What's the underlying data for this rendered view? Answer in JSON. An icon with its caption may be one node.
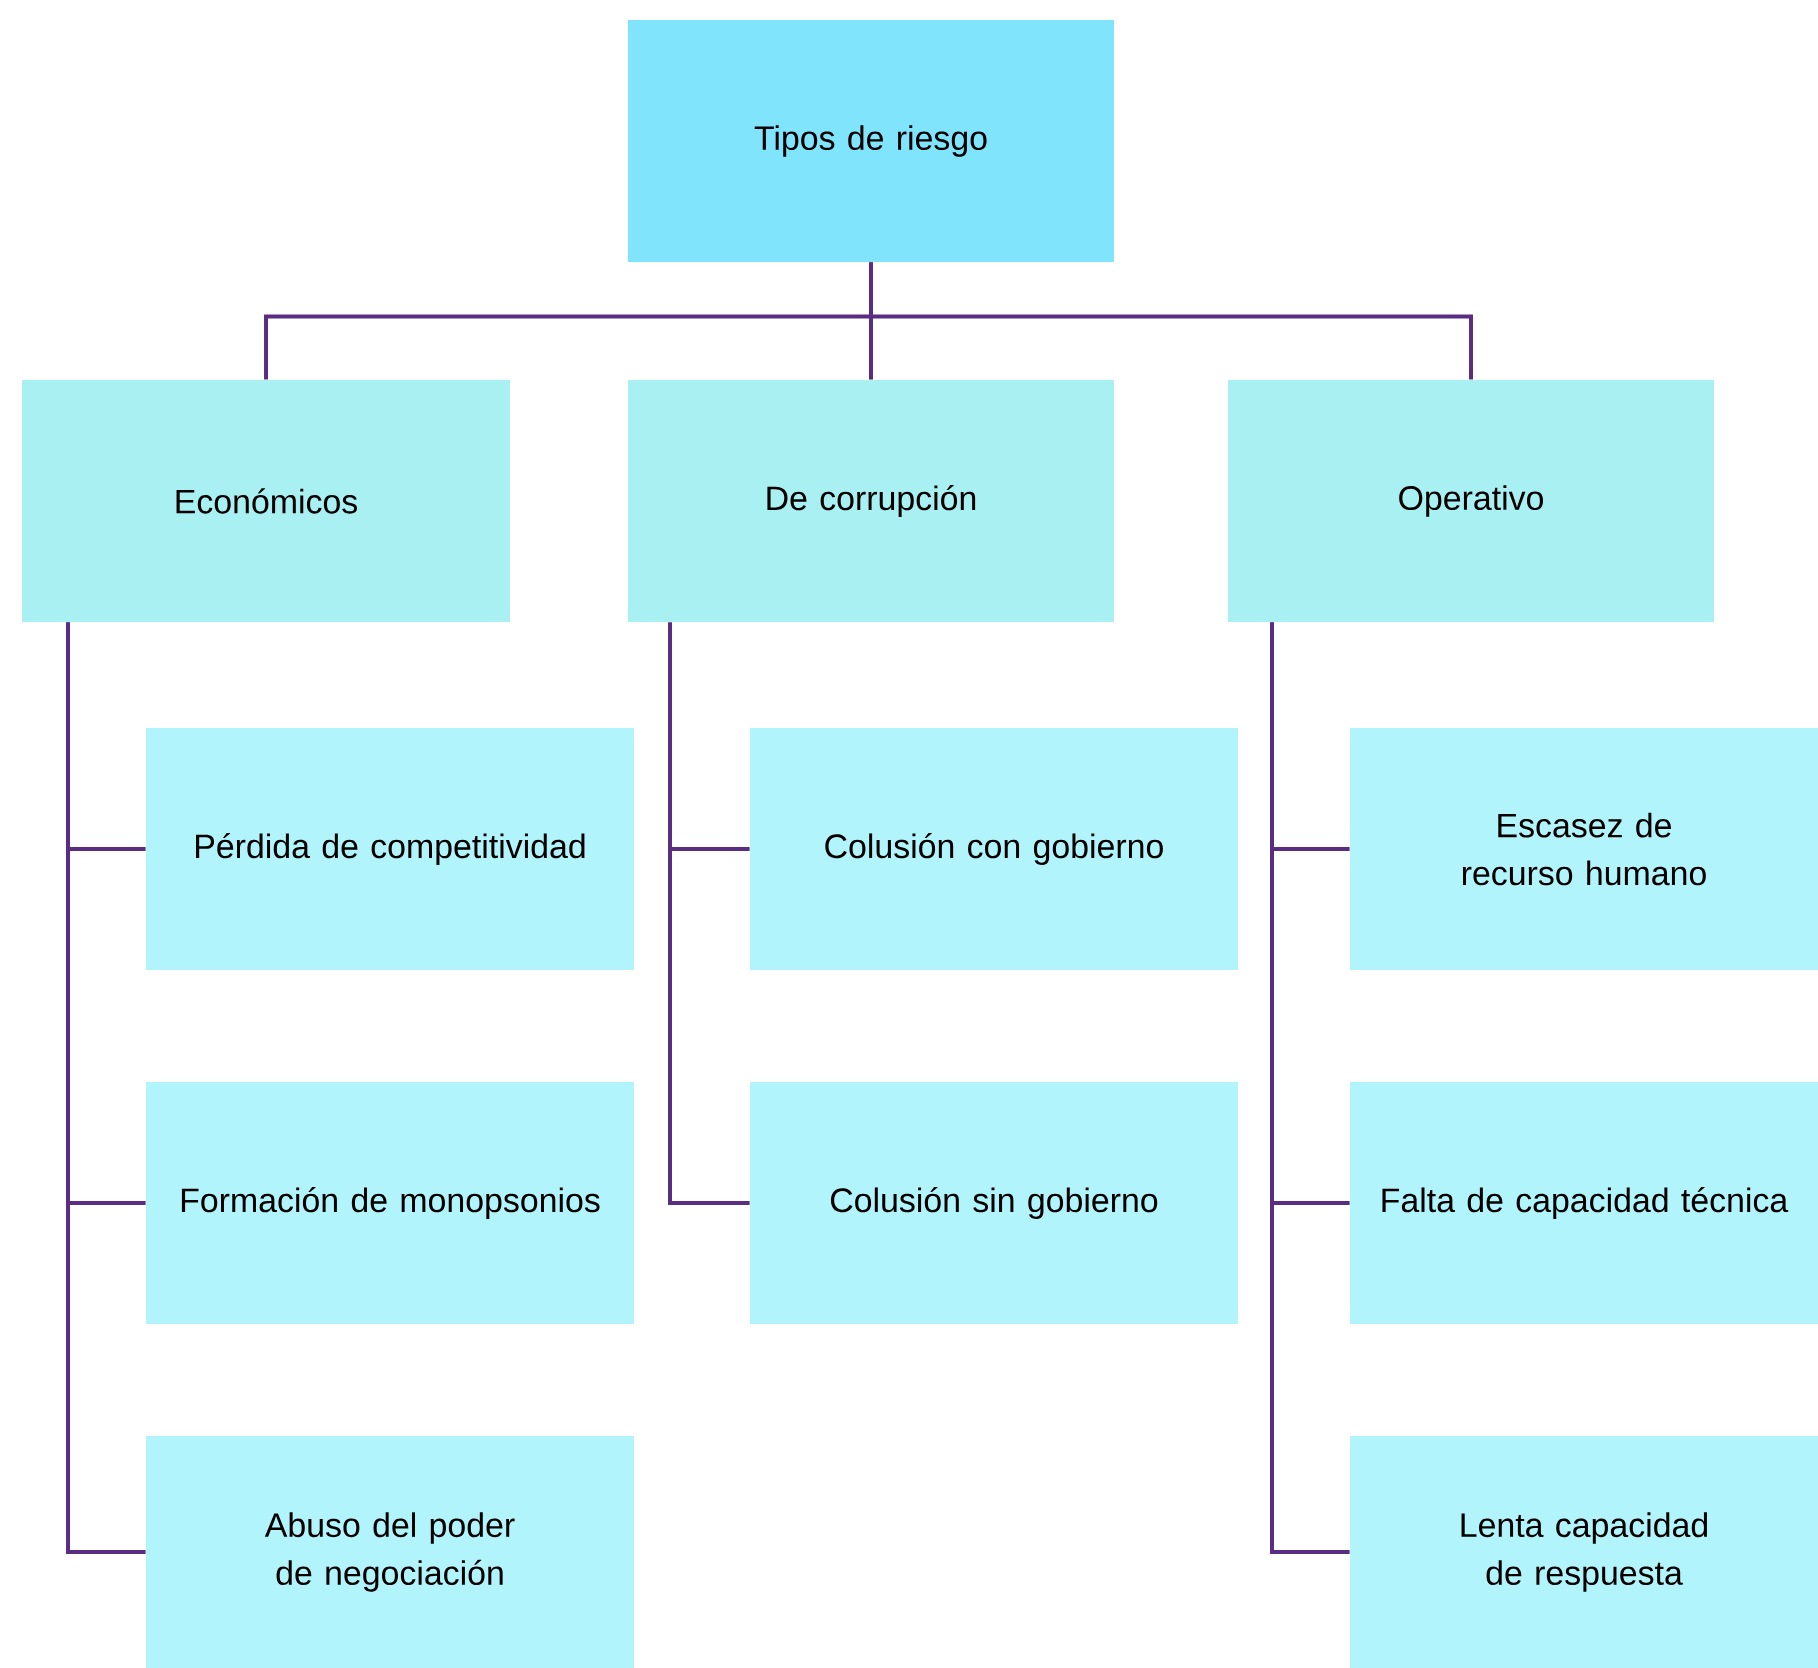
{
  "diagram": {
    "nodes": [
      {
        "text": [
          "Tipos de riesgo"
        ]
      },
      {
        "text": [
          "Económicos"
        ]
      },
      {
        "text": [
          "De corrupción"
        ]
      },
      {
        "text": [
          "Operativo"
        ]
      },
      {
        "text": [
          "Pérdida de competitividad"
        ]
      },
      {
        "text": [
          "Formación de monopsonios"
        ]
      },
      {
        "text": [
          "Abuso del poder de negociación"
        ]
      },
      {
        "text": [
          "Colusión con gobierno"
        ]
      },
      {
        "text": [
          "Colusión sin gobierno"
        ]
      },
      {
        "text": [
          "Escasez de recurso humano"
        ]
      },
      {
        "text": [
          "Falta de capacidad técnica"
        ]
      },
      {
        "text": [
          "Lenta capacidad de respuesta"
        ]
      }
    ],
    "edges": [
      {
        "from": 0,
        "to": 1,
        "arrow": "none"
      },
      {
        "from": 0,
        "to": 2,
        "arrow": "none"
      },
      {
        "from": 0,
        "to": 3,
        "arrow": "none"
      },
      {
        "from": 1,
        "to": 4,
        "arrow": "none"
      },
      {
        "from": 1,
        "to": 5,
        "arrow": "none"
      },
      {
        "from": 1,
        "to": 6,
        "arrow": "none"
      },
      {
        "from": 2,
        "to": 7,
        "arrow": "none"
      },
      {
        "from": 2,
        "to": 8,
        "arrow": "none"
      },
      {
        "from": 3,
        "to": 9,
        "arrow": "none"
      },
      {
        "from": 3,
        "to": 10,
        "arrow": "none"
      },
      {
        "from": 3,
        "to": 11,
        "arrow": "none"
      }
    ]
  }
}
